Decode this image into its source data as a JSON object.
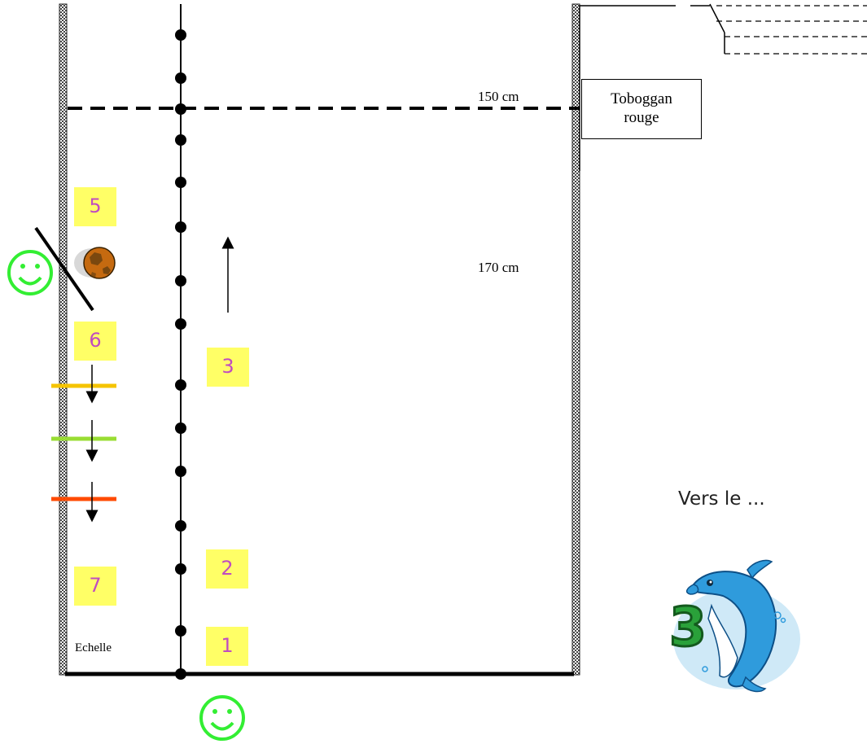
{
  "labels": {
    "depth_shallow": "150 cm",
    "depth_deep": "170 cm",
    "ladder": "Echelle",
    "slide_line1": "Toboggan",
    "slide_line2": "rouge",
    "vers": "Vers le ..."
  },
  "stations": [
    "1",
    "2",
    "3",
    "5",
    "6",
    "7"
  ],
  "badge": {
    "number": "3",
    "icon": "dolphin-icon"
  },
  "colors": {
    "station_bg": "#ffff66",
    "station_text": "#c04cc0",
    "smiley": "#33ee33",
    "bar_yellow": "#f5c400",
    "bar_green": "#99dd33",
    "bar_orange": "#ff4a00",
    "ball": "#c56a10",
    "dolphin": "#2f9bdc",
    "badge_number": "#2aa13a"
  },
  "icons": [
    "smiley-icon",
    "ball-icon",
    "arrow-up-icon",
    "arrow-down-icon",
    "dolphin-icon"
  ]
}
